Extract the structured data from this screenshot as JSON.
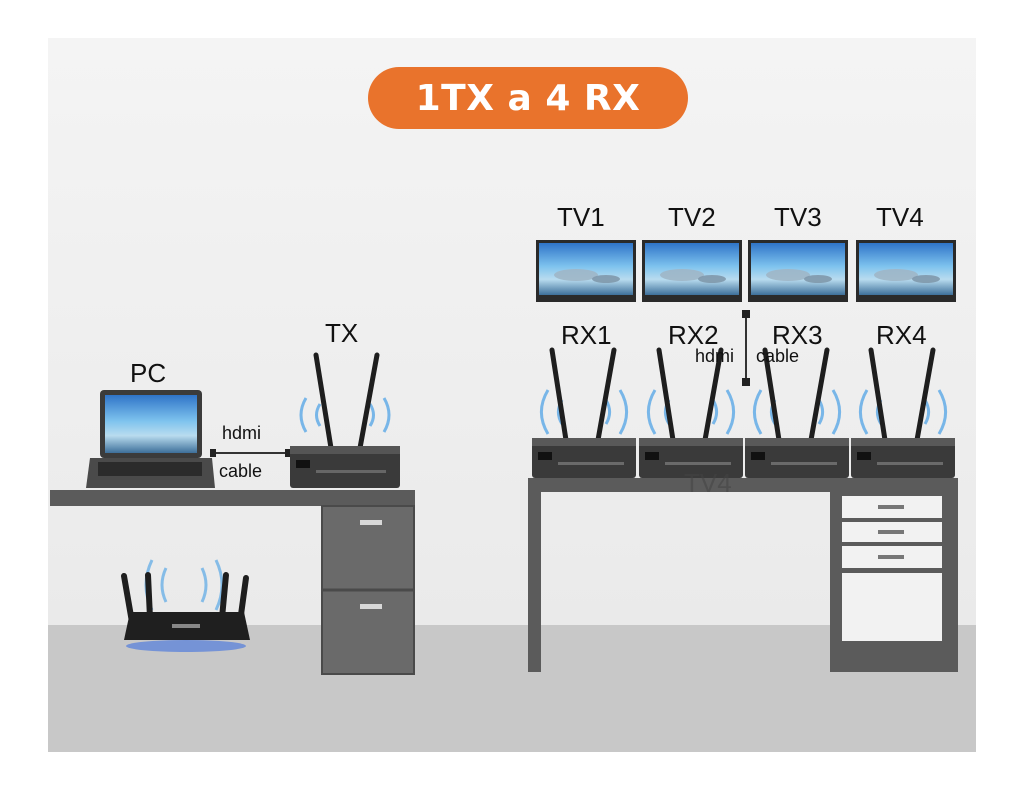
{
  "title": "1TX a 4 RX",
  "labels": {
    "pc": "PC",
    "tx": "TX",
    "tv": [
      "TV1",
      "TV2",
      "TV3",
      "TV4"
    ],
    "rx": [
      "RX1",
      "RX2",
      "RX3",
      "RX4"
    ],
    "cable_left": {
      "top": "hdmi",
      "bottom": "cable"
    },
    "cable_right": {
      "left": "hdmi",
      "right": "cable"
    },
    "ghost_under_table": "TV4"
  },
  "colors": {
    "accent": "#e9732c",
    "floor": "#c8c8c8",
    "wall": "#f0f0f0",
    "furniture": "#555555",
    "device": "#3a3a3a",
    "signal": "#5aa8e6"
  },
  "icons": [
    "laptop-icon",
    "wifi-router-icon",
    "transmitter-icon",
    "receiver-icon",
    "tv-screen-icon",
    "signal-waves-icon",
    "hdmi-cable-icon"
  ]
}
